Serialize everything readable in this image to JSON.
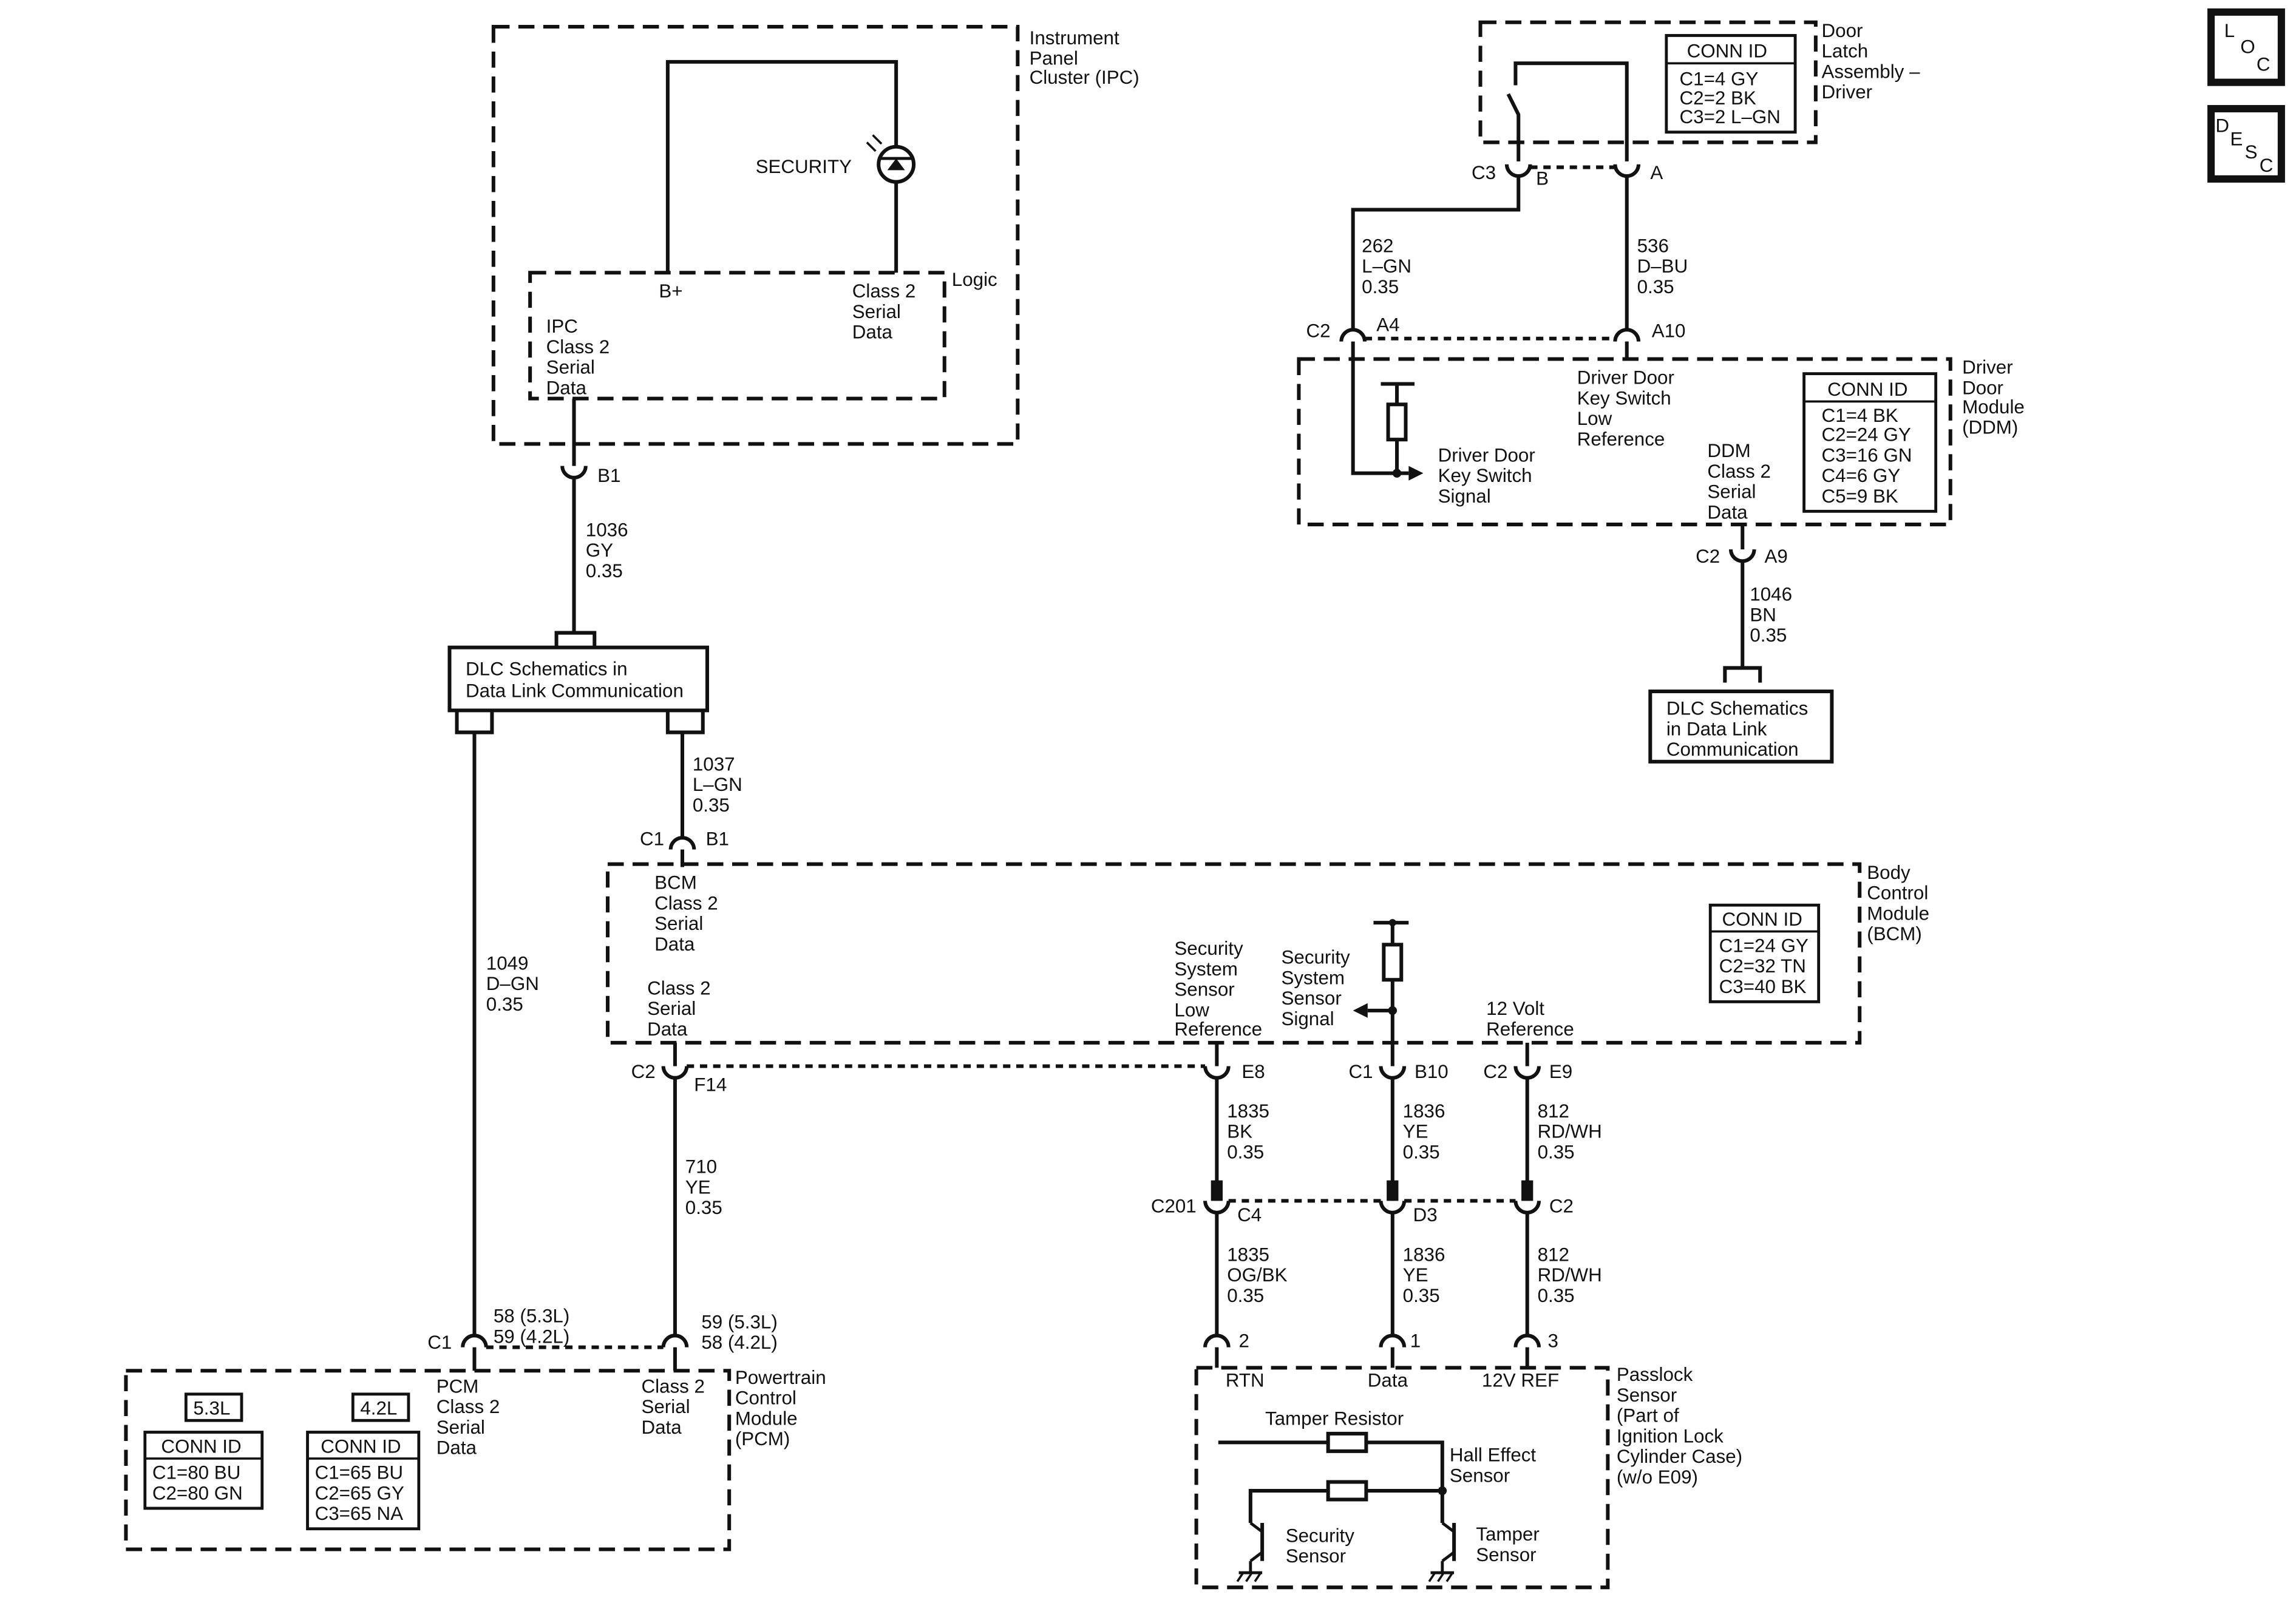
{
  "nav": {
    "loc": [
      "L",
      "O",
      "C"
    ],
    "desc": [
      "D",
      "E",
      "S",
      "C"
    ]
  },
  "ipc": {
    "name": [
      "Instrument",
      "Panel",
      "Cluster (IPC)"
    ],
    "security": "SECURITY",
    "logic": "Logic",
    "bplus": "B+",
    "class2": [
      "Class 2",
      "Serial",
      "Data"
    ],
    "ipc_data": [
      "IPC",
      "Class 2",
      "Serial",
      "Data"
    ],
    "pin": "B1"
  },
  "wire_1036": [
    "1036",
    "GY",
    "0.35"
  ],
  "dlc1": [
    "DLC Schematics in",
    "Data Link Communication"
  ],
  "wire_1037": [
    "1037",
    "L–GN",
    "0.35"
  ],
  "wire_1049": [
    "1049",
    "D–GN",
    "0.35"
  ],
  "door_latch": {
    "name": [
      "Door",
      "Latch",
      "Assembly –",
      "Driver"
    ],
    "conn_title": "CONN ID",
    "conn": [
      "C1=4 GY",
      "C2=2 BK",
      "C3=2 L–GN"
    ],
    "pin_c3": "C3",
    "pin_b": "B",
    "pin_a": "A"
  },
  "wire_262": [
    "262",
    "L–GN",
    "0.35"
  ],
  "wire_536": [
    "536",
    "D–BU",
    "0.35"
  ],
  "ddm": {
    "name": [
      "Driver",
      "Door",
      "Module",
      "(DDM)"
    ],
    "c2": "C2",
    "a4": "A4",
    "a10": "A10",
    "key_low": [
      "Driver Door",
      "Key Switch",
      "Low",
      "Reference"
    ],
    "key_sig": [
      "Driver Door",
      "Key Switch",
      "Signal"
    ],
    "ddm_data": [
      "DDM",
      "Class 2",
      "Serial",
      "Data"
    ],
    "conn_title": "CONN ID",
    "conn": [
      "C1=4 BK",
      "C2=24 GY",
      "C3=16 GN",
      "C4=6 GY",
      "C5=9 BK"
    ],
    "c2b": "C2",
    "a9": "A9"
  },
  "wire_1046": [
    "1046",
    "BN",
    "0.35"
  ],
  "dlc2": [
    "DLC Schematics",
    "in Data Link",
    "Communication"
  ],
  "bcm": {
    "name": [
      "Body",
      "Control",
      "Module",
      "(BCM)"
    ],
    "c1": "C1",
    "b1": "B1",
    "bcm_data": [
      "BCM",
      "Class 2",
      "Serial",
      "Data"
    ],
    "class2": [
      "Class 2",
      "Serial",
      "Data"
    ],
    "sec_low": [
      "Security",
      "System",
      "Sensor",
      "Low",
      "Reference"
    ],
    "sec_sig": [
      "Security",
      "System",
      "Sensor",
      "Signal"
    ],
    "ref12": [
      "12 Volt",
      "Reference"
    ],
    "conn_title": "CONN ID",
    "conn": [
      "C1=24 GY",
      "C2=32 TN",
      "C3=40 BK"
    ],
    "c2a": "C2",
    "f14": "F14",
    "e8": "E8",
    "c1b": "C1",
    "b10": "B10",
    "c2c": "C2",
    "e9": "E9"
  },
  "wire_710": [
    "710",
    "YE",
    "0.35"
  ],
  "wire_1835a": [
    "1835",
    "BK",
    "0.35"
  ],
  "wire_1836a": [
    "1836",
    "YE",
    "0.35"
  ],
  "wire_812a": [
    "812",
    "RD/WH",
    "0.35"
  ],
  "c201": {
    "name": "C201",
    "c4": "C4",
    "d3": "D3",
    "c2": "C2"
  },
  "wire_1835b": [
    "1835",
    "OG/BK",
    "0.35"
  ],
  "wire_1836b": [
    "1836",
    "YE",
    "0.35"
  ],
  "wire_812b": [
    "812",
    "RD/WH",
    "0.35"
  ],
  "pcm": {
    "name": [
      "Powertrain",
      "Control",
      "Module",
      "(PCM)"
    ],
    "c1": "C1",
    "pin_left": [
      "58 (5.3L)",
      "59 (4.2L)"
    ],
    "pin_right": [
      "59 (5.3L)",
      "58 (4.2L)"
    ],
    "pcm_data": [
      "PCM",
      "Class 2",
      "Serial",
      "Data"
    ],
    "class2": [
      "Class 2",
      "Serial",
      "Data"
    ],
    "eng1": "5.3L",
    "eng2": "4.2L",
    "conn_title": "CONN ID",
    "conn1": [
      "C1=80 BU",
      "C2=80 GN"
    ],
    "conn2": [
      "C1=65 BU",
      "C2=65 GY",
      "C3=65 NA"
    ]
  },
  "passlock": {
    "name": [
      "Passlock",
      "Sensor",
      "(Part of",
      "Ignition Lock",
      "Cylinder Case)",
      "(w/o E09)"
    ],
    "pin2": "2",
    "pin1": "1",
    "pin3": "3",
    "rtn": "RTN",
    "data": "Data",
    "ref": "12V REF",
    "tamper_res": "Tamper Resistor",
    "hall": [
      "Hall Effect",
      "Sensor"
    ],
    "sec_sensor": [
      "Security",
      "Sensor"
    ],
    "tamper_sensor": [
      "Tamper",
      "Sensor"
    ]
  }
}
